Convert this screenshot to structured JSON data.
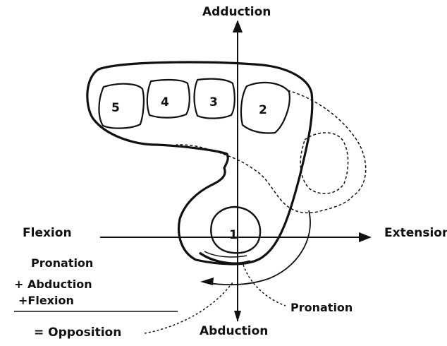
{
  "axes": {
    "top": "Adduction",
    "bottom": "Abduction",
    "left": "Flexion",
    "right": "Extension"
  },
  "digits": {
    "thumb": "1",
    "index": "2",
    "middle": "3",
    "ring": "4",
    "little": "5"
  },
  "labels": {
    "pronation_arrow": "Pronation"
  },
  "equation": {
    "line1": "Pronation",
    "line2": "+ Abduction",
    "line3": "+Flexion",
    "result": "= Opposition"
  }
}
